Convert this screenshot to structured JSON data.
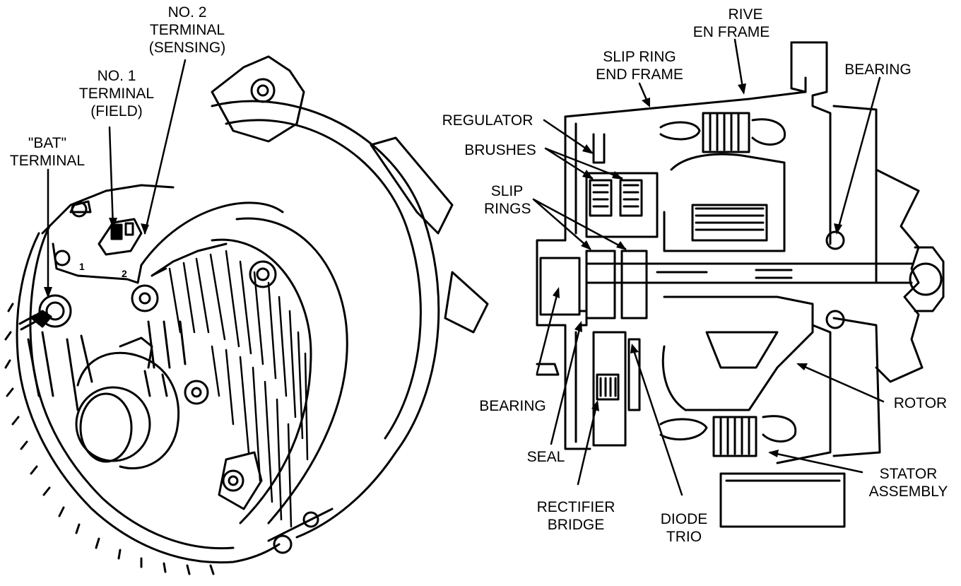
{
  "diagram": {
    "left_labels": {
      "no2_terminal": [
        "NO. 2",
        "TERMINAL",
        "(SENSING)"
      ],
      "no1_terminal": [
        "NO. 1",
        "TERMINAL",
        "(FIELD)"
      ],
      "bat_terminal": [
        "\"BAT\"",
        "TERMINAL"
      ]
    },
    "right_labels": {
      "drive_end_frame": [
        "RIVE",
        "EN FRAME"
      ],
      "slip_ring_end_frame": [
        "SLIP RING",
        "END FRAME"
      ],
      "bearing_top": "BEARING",
      "regulator": "REGULATOR",
      "brushes": "BRUSHES",
      "slip_rings": [
        "SLIP",
        "RINGS"
      ],
      "bearing_bottom": "BEARING",
      "seal": "SEAL",
      "rectifier_bridge": [
        "RECTIFIER",
        "BRIDGE"
      ],
      "diode_trio": [
        "DIODE",
        "TRIO"
      ],
      "rotor": "ROTOR",
      "stator_assembly": [
        "STATOR",
        "ASSEMBLY"
      ]
    },
    "terminal_marks": [
      "1",
      "2"
    ],
    "ink_color": "#000000",
    "paper_color": "#ffffff"
  }
}
